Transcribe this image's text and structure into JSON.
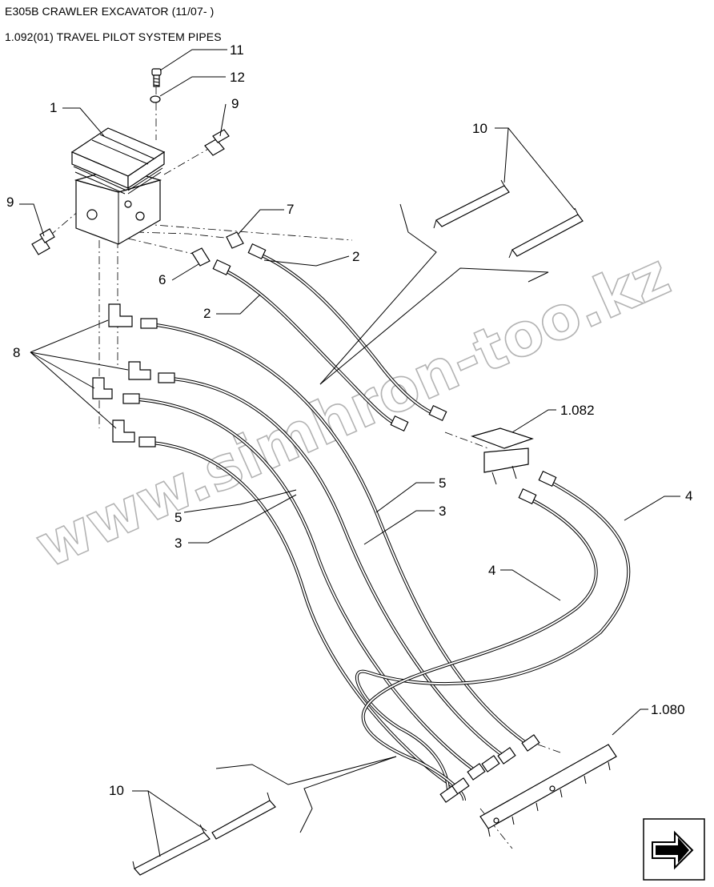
{
  "header": {
    "model": "E305B CRAWLER EXCAVATOR (11/07- )",
    "section": "1.092(01) TRAVEL PILOT SYSTEM PIPES"
  },
  "callouts": {
    "c1": "1",
    "c2a": "2",
    "c2b": "2",
    "c3a": "3",
    "c3b": "3",
    "c4a": "4",
    "c4b": "4",
    "c5a": "5",
    "c5b": "5",
    "c6": "6",
    "c7": "7",
    "c8": "8",
    "c9a": "9",
    "c9b": "9",
    "c10a": "10",
    "c10b": "10",
    "c11": "11",
    "c12": "12",
    "ref1082": "1.082",
    "ref1080": "1.080"
  },
  "watermark": "www.simhron-too.kz",
  "icons": {
    "nav": "next-page-arrow-icon"
  }
}
